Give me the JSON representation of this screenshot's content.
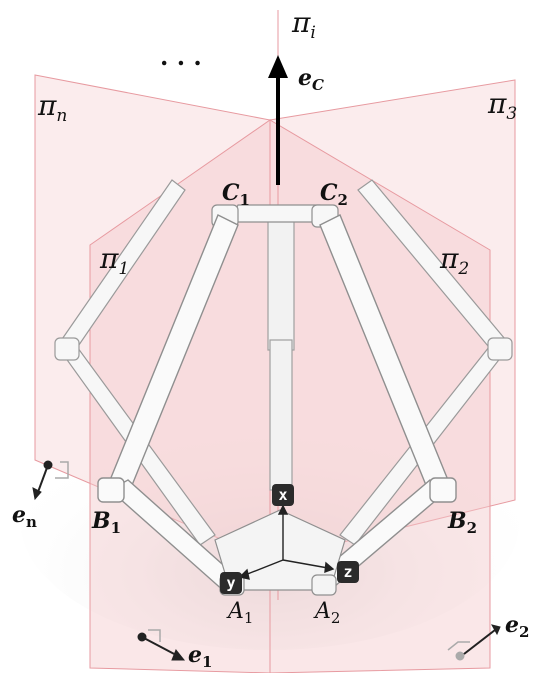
{
  "labels": {
    "pi_i": {
      "main": "π",
      "sub": "i"
    },
    "pi_n": {
      "main": "π",
      "sub": "n"
    },
    "pi_3": {
      "main": "π",
      "sub": "3"
    },
    "pi_1": {
      "main": "π",
      "sub": "1"
    },
    "pi_2": {
      "main": "π",
      "sub": "2"
    },
    "ellipsis": ". . .",
    "e_C": {
      "main": "e",
      "sub": "C"
    },
    "C_1": {
      "main": "C",
      "sub": "1"
    },
    "C_2": {
      "main": "C",
      "sub": "2"
    },
    "B_1": {
      "main": "B",
      "sub": "1"
    },
    "B_2": {
      "main": "B",
      "sub": "2"
    },
    "A_1": {
      "main": "A",
      "sub": "1"
    },
    "A_2": {
      "main": "A",
      "sub": "2"
    },
    "e_n": {
      "main": "e",
      "sub": "n"
    },
    "e_1": {
      "main": "e",
      "sub": "1"
    },
    "e_2": {
      "main": "e",
      "sub": "2"
    }
  },
  "axes": {
    "x": "x",
    "y": "y",
    "z": "z"
  },
  "colors": {
    "plane_fill": "#f4c9cc",
    "plane_stroke": "#e79aa0",
    "arm": "#f7f7f7",
    "arm_stroke": "#9a9a9a",
    "tag_bg": "#2b2b2b"
  }
}
